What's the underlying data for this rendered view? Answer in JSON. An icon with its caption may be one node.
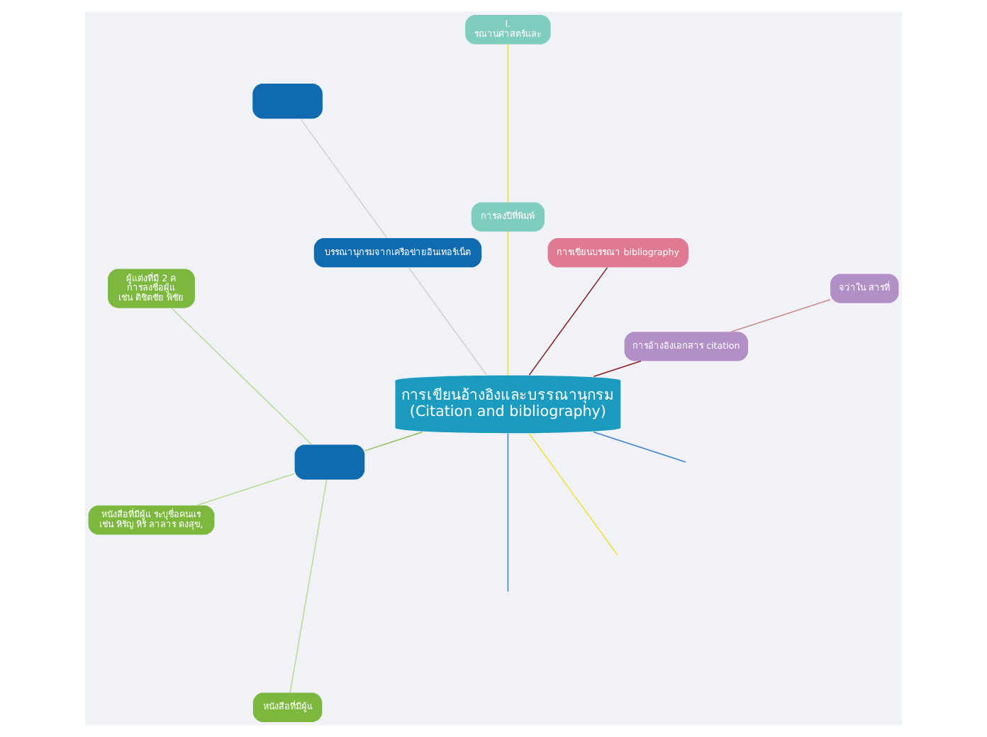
{
  "diagram": {
    "nodes": [
      {
        "text": [
          "การเขียนอ้างอิงและบรรณานุกรม",
          "(Citation and bibliography)"
        ]
      },
      {
        "text": [
          "การอ้างอิงเอกสาร citation"
        ]
      },
      {
        "text": [
          "จว่าใน สารที่"
        ]
      },
      {
        "text": [
          "การเขียนบรรณา bibliography"
        ]
      },
      {
        "text": [
          "การลงปีที่พิมพ์"
        ]
      },
      {
        "text": [
          "l.",
          "รณานศาสตร์และ"
        ]
      },
      {
        "text": [
          "บรรณานุกรมจากเครือข่ายอินเทอร์เน็ต"
        ]
      },
      {
        "text": [],
        "shape": "box"
      },
      {
        "text": [],
        "shape": "box"
      },
      {
        "text": [
          "ผู้แต่งที่มี 2 ค",
          "การลงชื่อผู้แ",
          "เช่น ติชิตชัย พิชัย"
        ]
      },
      {
        "text": [
          "หนังสือที่มีผู้แ ระบุชื่อคนแร",
          "เช่น หิรัญ หิรั ลาลาร ดงสุข,"
        ]
      },
      {
        "text": [
          "หนังสือที่มีผู้แ"
        ]
      }
    ],
    "edges": [
      {
        "from": 0,
        "to": 1,
        "arrow": "none",
        "color": "#8b1c1c"
      },
      {
        "from": 1,
        "to": 2,
        "arrow": "none",
        "color": "#c98a8a"
      },
      {
        "from": 0,
        "to": 3,
        "arrow": "none",
        "color": "#8b1c1c"
      },
      {
        "from": 0,
        "to": 4,
        "arrow": "none",
        "color": "#e8d84a"
      },
      {
        "from": 4,
        "to": 5,
        "arrow": "none",
        "color": "#e8d84a"
      },
      {
        "from": 0,
        "to": 6,
        "arrow": "none",
        "color": "#d0d0d0"
      },
      {
        "from": 6,
        "to": 7,
        "arrow": "none",
        "color": "#d0d0d0"
      },
      {
        "from": 0,
        "to": 8,
        "arrow": "none",
        "color": "#8cc152"
      },
      {
        "from": 8,
        "to": 9,
        "arrow": "none",
        "color": "#b5dc8e"
      },
      {
        "from": 8,
        "to": 10,
        "arrow": "none",
        "color": "#b5dc8e"
      },
      {
        "from": 8,
        "to": 11,
        "arrow": "none",
        "color": "#b5dc8e"
      },
      {
        "from": 0,
        "to": null,
        "arrow": "none",
        "color": "#3b7fd0"
      },
      {
        "from": 0,
        "to": null,
        "arrow": "none",
        "color": "#f2e02a"
      },
      {
        "from": 0,
        "to": null,
        "arrow": "none",
        "color": "#3b7fd0"
      }
    ]
  }
}
